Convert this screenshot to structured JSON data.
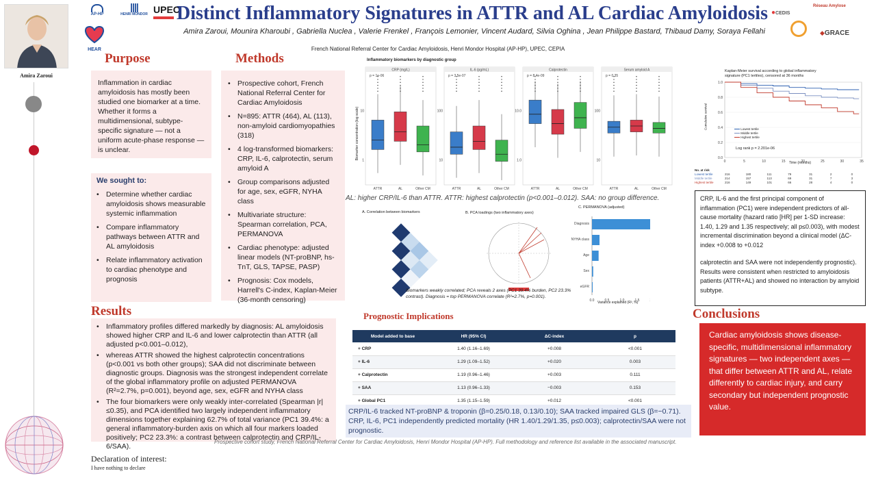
{
  "header": {
    "title": "Distinct Inflammatory Signatures in ATTR and AL Cardiac Amyloidosis",
    "authors": "Amira Zaroui, Mounira Kharoubi , Gabriella Nuclea , Valerie Frenkel , François Lemonier, Vincent Audard,  Silvia Oghina , Jean Philippe Bastard, Thibaud Damy, Soraya Fellahi",
    "affiliation": "French National Referral Center for Cardiac Amyloidosis, Henri Mondor Hospital (AP-HP), UPEC, CEPIA",
    "presenter_name": "Amira Zaroui",
    "logos": [
      "AP-HP",
      "HENRI MONDOR",
      "UPEC",
      "HEAR",
      "CEDIS",
      "Réseau Amylose",
      "GRACE"
    ]
  },
  "purpose": {
    "heading": "Purpose",
    "text": "Inflammation in cardiac amyloidosis has mostly been studied one biomarker at a time. Whether it forms a multidimensional, subtype-specific signature — not a uniform acute-phase response — is unclear.",
    "sought_heading": "We sought to:",
    "sought_items": [
      "Determine whether cardiac amyloidosis shows measurable systemic inflammation",
      "Compare inflammatory pathways between ATTR and AL amyloidosis",
      "Relate inflammatory activation to cardiac phenotype and prognosis"
    ]
  },
  "methods": {
    "heading": "Methods",
    "items": [
      "Prospective cohort, French National Referral Center for Cardiac Amyloidosis",
      "N=895: ATTR (464), AL (113), non-amyloid cardiomyopathies (318)",
      "4 log-transformed biomarkers: CRP, IL-6, calprotectin, serum amyloid A",
      "Group comparisons adjusted for age, sex, eGFR, NYHA class",
      "Multivariate structure: Spearman correlation, PCA, PERMANOVA",
      "Cardiac phenotype: adjusted linear models (NT-proBNP, hs-TnT, GLS, TAPSE, PASP)",
      "Prognosis: Cox models, Harrell's C-index, Kaplan-Meier (36-month censoring)"
    ]
  },
  "results": {
    "heading": "Results",
    "items": [
      "Inflammatory profiles differed markedly by diagnosis: AL amyloidosis showed higher CRP and IL-6 and lower calprotectin than ATTR (all adjusted p<0.001–0.012),",
      " whereas ATTR showed the highest calprotectin concentrations (p<0.001 vs both other groups); SAA did not discriminate between diagnostic groups. Diagnosis was the strongest independent correlate of the global inflammatory profile on adjusted PERMANOVA (R²=2.7%, p=0.001), beyond age, sex, eGFR and NYHA class",
      "The four biomarkers were only weakly inter-correlated (Spearman |r|≤0.35), and PCA identified two largely independent inflammatory dimensions together explaining 62.7% of total variance (PC1 39.4%: a general inflammatory-burden axis on which all four markers loaded positively; PC2 23.3%: a contrast between calprotectin and CRP/IL-6/SAA)."
    ]
  },
  "boxplot": {
    "title": "Inflammatory biomarkers by diagnostic group",
    "ylabel": "Biomarker concentration (log scale)",
    "caption": "AL: higher CRP/IL-6 than ATTR. ATTR: highest calprotectin (p<0.001–0.012). SAA: no group difference.",
    "groups": [
      "ATTR",
      "AL",
      "Other CM"
    ],
    "colors": [
      "#3a7dc9",
      "#d63a4a",
      "#3fb34f"
    ],
    "panels": [
      {
        "name": "CRP (mg/L)",
        "p": "p = 1e-06",
        "ticks": [
          "10",
          "1"
        ]
      },
      {
        "name": "IL-6 (pg/mL)",
        "p": "p = 3.5e-07",
        "ticks": [
          "100",
          "10"
        ]
      },
      {
        "name": "Calprotectin",
        "p": "p = 8.4e-09",
        "ticks": [
          "10.0",
          "1.0"
        ]
      },
      {
        "name": "Serum amyloid A",
        "p": "p = 0.35",
        "ticks": [
          "100",
          "10"
        ]
      }
    ]
  },
  "figure2": {
    "panel_a": "A. Correlation between biomarkers",
    "panel_b": "B. PCA loadings (two inflammatory axes)",
    "panel_c": "C. PERMANOVA (adjusted)",
    "c_bars": [
      "Diagnosis",
      "NYHA class",
      "Age",
      "Sex",
      "eGFR"
    ],
    "c_xlabel": "Variance explained (R², %)",
    "c_ticks": [
      "0.0",
      "0.5",
      "1.0",
      "1.5",
      "2.0",
      "2.5"
    ],
    "caption": "Biomarkers weakly correlated; PCA reveals 2 axes (PC1 39.4% burden, PC2 23.3% contrast). Diagnosis = top PERMANOVA correlate (R²=2.7%, p=0.001)."
  },
  "km": {
    "title": "Kaplan-Meier survival according to global inflammatory signature (PC1 tertiles), censored at 36 months",
    "legend": [
      "Lowest tertile",
      "Middle tertile",
      "Highest tertile"
    ],
    "colors": [
      "#2b5fb0",
      "#7a8fc0",
      "#c0392b"
    ],
    "logrank": "Log rank p = 2.201e-06",
    "xlabel": "Time (months)",
    "ylabel": "Cumulative survival",
    "xticks": [
      "0",
      "5",
      "10",
      "15",
      "20",
      "25",
      "30",
      "35"
    ],
    "yticks": [
      "1.0",
      "0.8",
      "0.6",
      "0.4",
      "0.2",
      "0.0"
    ],
    "at_risk_label": "No. at risk",
    "at_risk": [
      [
        "Lowest tertile",
        "216",
        "180",
        "111",
        "79",
        "31",
        "2",
        "0"
      ],
      [
        "Middle tertile",
        "214",
        "157",
        "113",
        "69",
        "31",
        "7",
        "3"
      ],
      [
        "Highest tertile",
        "216",
        "149",
        "101",
        "66",
        "28",
        "4",
        "0"
      ]
    ]
  },
  "km_box": {
    "para1": "CRP, IL-6 and the first principal component of inflammation (PC1) were independent predictors of all-cause mortality (hazard ratio [HR] per 1-SD increase: 1.40, 1.29 and 1.35 respectively; all p≤0.003), with modest incremental discrimination beyond a clinical model (ΔC-index +0.008 to +0.012",
    "para2": " calprotectin and SAA were not independently prognostic). Results were consistent when restricted to amyloidosis patients (ATTR+AL) and showed no interaction by amyloid subtype."
  },
  "prognostic": {
    "heading": "Prognostic Implications",
    "columns": [
      "Model added to base",
      "HR (95% CI)",
      "ΔC-index",
      "p"
    ],
    "rows": [
      [
        "+ CRP",
        "1.40 (1.16–1.69)",
        "+0.008",
        "<0.001"
      ],
      [
        "+ IL-6",
        "1.29 (1.09–1.52)",
        "+0.020",
        "0.003"
      ],
      [
        "+ Calprotectin",
        "1.19 (0.96–1.46)",
        "+0.003",
        "0.111"
      ],
      [
        "+ SAA",
        "1.13 (0.96–1.33)",
        "−0.003",
        "0.153"
      ],
      [
        "+ Global PC1",
        "1.35 (1.15–1.59)",
        "+0.012",
        "<0.001"
      ]
    ],
    "summary": "CRP/IL-6 tracked NT-proBNP & troponin (β=0.25/0.18, 0.13/0.10); SAA tracked impaired GLS (β=−0.71). CRP, IL-6, PC1 independently predicted mortality (HR 1.40/1.29/1.35, p≤0.003); calprotectin/SAA were not prognostic."
  },
  "conclusions": {
    "heading": "Conclusions",
    "text": "Cardiac amyloidosis shows disease-specific, multidimensional inflammatory signatures — two independent axes — that differ between ATTR and AL, relate differently to cardiac injury, and carry secondary but independent prognostic value."
  },
  "footer": {
    "note": "Prospective cohort study, French National Referral Center for Cardiac Amyloidosis, Henri Mondor Hospital (AP-HP). Full methodology and reference list available in the associated manuscript.",
    "declaration_heading": "Declaration of interest:",
    "declaration_text": "I have nothing to declare"
  }
}
